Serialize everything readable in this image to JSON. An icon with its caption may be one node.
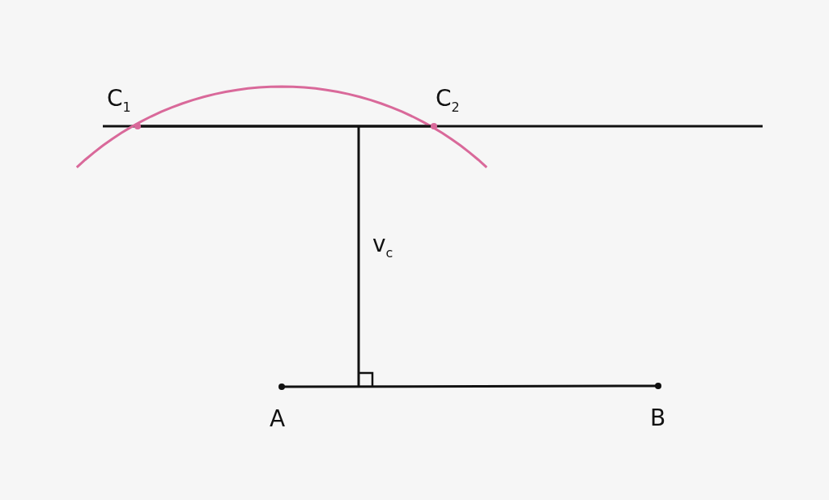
{
  "diagram": {
    "nodes": [
      {
        "text": [
          "A"
        ]
      },
      {
        "text": [
          "B"
        ]
      },
      {
        "text": [
          "C$_{1}$"
        ]
      },
      {
        "text": [
          "C$_{2}$"
        ]
      }
    ],
    "edges": [
      {
        "from": 0,
        "to": 1,
        "arrow": "none"
      },
      {
        "from": 2,
        "to": 3,
        "arrow": "none"
      }
    ],
    "labels": [
      "v$_{c}$"
    ]
  }
}
